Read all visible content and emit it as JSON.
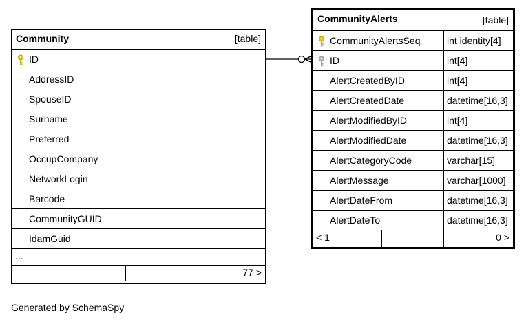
{
  "community": {
    "name": "Community",
    "kind": "[table]",
    "columns": [
      "ID",
      "AddressID",
      "SpouseID",
      "Surname",
      "Preferred",
      "OccupCompany",
      "NetworkLogin",
      "Barcode",
      "CommunityGUID",
      "IdamGuid"
    ],
    "ellipsis": "...",
    "footer_right": "77 >"
  },
  "alerts": {
    "name": "CommunityAlerts",
    "kind": "[table]",
    "columns": [
      {
        "name": "CommunityAlertsSeq",
        "type": "int identity[4]",
        "key": "primary"
      },
      {
        "name": "ID",
        "type": "int[4]",
        "key": "foreign"
      },
      {
        "name": "AlertCreatedByID",
        "type": "int[4]"
      },
      {
        "name": "AlertCreatedDate",
        "type": "datetime[16,3]"
      },
      {
        "name": "AlertModifiedByID",
        "type": "int[4]"
      },
      {
        "name": "AlertModifiedDate",
        "type": "datetime[16,3]"
      },
      {
        "name": "AlertCategoryCode",
        "type": "varchar[15]"
      },
      {
        "name": "AlertMessage",
        "type": "varchar[1000]"
      },
      {
        "name": "AlertDateFrom",
        "type": "datetime[16,3]"
      },
      {
        "name": "AlertDateTo",
        "type": "datetime[16,3]"
      }
    ],
    "footer_left": "< 1",
    "footer_right": "0 >"
  },
  "colors": {
    "primary_key": "#e8c400",
    "foreign_key": "#a0a0a0"
  },
  "caption": "Generated by SchemaSpy"
}
